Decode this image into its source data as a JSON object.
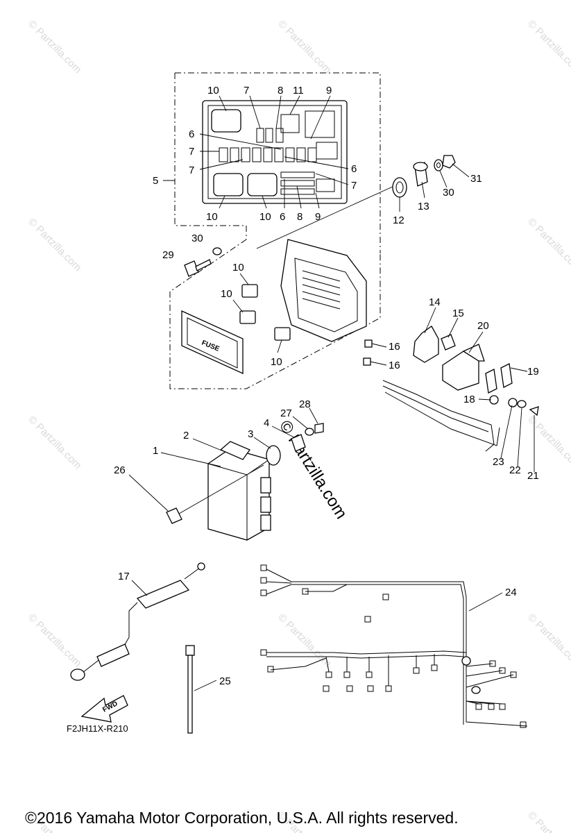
{
  "diagram": {
    "watermark_text": "© Partzilla.com",
    "watermark_center": "© Partzilla.com",
    "fuse_label": "FUSE",
    "fwd_label": "FWD",
    "drawing_code": "F2JH11X-R210",
    "copyright": "©2016  Yamaha Motor Corporation, U.S.A. All rights reserved."
  },
  "callouts": {
    "c1": "1",
    "c2": "2",
    "c3": "3",
    "c4": "4",
    "c5": "5",
    "c6": "6",
    "c7": "7",
    "c8": "8",
    "c9": "9",
    "c10": "10",
    "c11": "11",
    "c12": "12",
    "c13": "13",
    "c14": "14",
    "c15": "15",
    "c16": "16",
    "c17": "17",
    "c18": "18",
    "c19": "19",
    "c20": "20",
    "c21": "21",
    "c22": "22",
    "c23": "23",
    "c24": "24",
    "c25": "25",
    "c26": "26",
    "c27": "27",
    "c28": "28",
    "c29": "29",
    "c30": "30",
    "c31": "31"
  },
  "colors": {
    "line": "#000000",
    "watermark": "#d9d9d9",
    "background": "#ffffff"
  }
}
